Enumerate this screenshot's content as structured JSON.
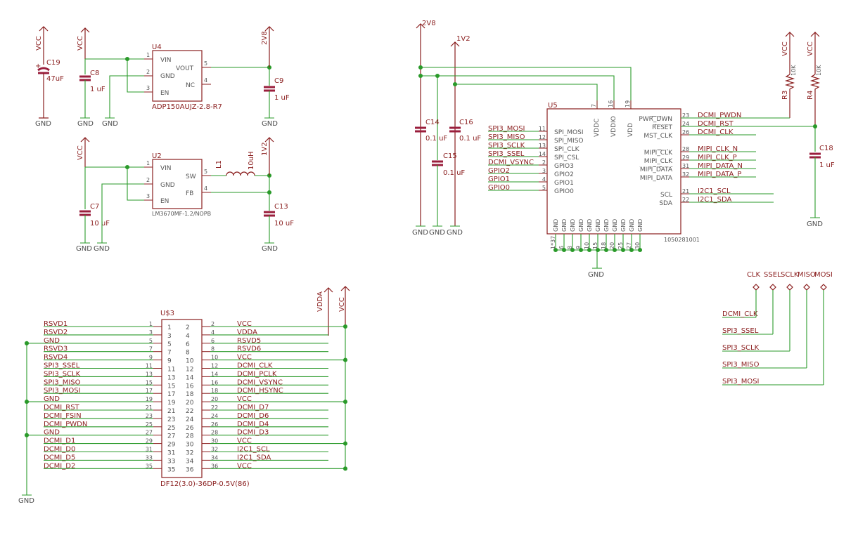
{
  "supplies": {
    "vcc": "VCC",
    "v2v8": "2V8",
    "v1v2": "1V2",
    "vdda": "VDDA",
    "gnd": "GND"
  },
  "caps": {
    "c19": {
      "name": "C19",
      "value": "47uF"
    },
    "c8": {
      "name": "C8",
      "value": "1 uF"
    },
    "c9": {
      "name": "C9",
      "value": "1 uF"
    },
    "c7": {
      "name": "C7",
      "value": "10 uF"
    },
    "c13": {
      "name": "C13",
      "value": "10 uF"
    },
    "c14": {
      "name": "C14",
      "value": "0.1 uF"
    },
    "c15": {
      "name": "C15",
      "value": "0.1 uF"
    },
    "c16": {
      "name": "C16",
      "value": "0.1 uF"
    },
    "c18": {
      "name": "C18",
      "value": "1 uF"
    }
  },
  "inductor": {
    "name": "L1",
    "value": "10uH"
  },
  "u4": {
    "name": "U4",
    "part": "ADP150AUJZ-2.8-R7",
    "pins": [
      "VIN",
      "GND",
      "EN",
      "VOUT",
      "NC"
    ],
    "pin_numbers": [
      "1",
      "2",
      "3",
      "5",
      "4"
    ]
  },
  "u2": {
    "name": "U2",
    "part": "LM3670MF-1.2/NOPB",
    "pins": [
      "VIN",
      "GND",
      "EN",
      "SW",
      "FB"
    ],
    "pin_numbers": [
      "1",
      "2",
      "3",
      "5",
      "4"
    ]
  },
  "u5": {
    "name": "U5",
    "part": "1050281001",
    "top_pins": [
      {
        "name": "VDDC",
        "num": "7"
      },
      {
        "name": "VDDIO",
        "num": "16"
      },
      {
        "name": "VDD",
        "num": "19"
      }
    ],
    "left_pins": [
      {
        "name": "SPI_MOSI",
        "num": "11",
        "net": "SPI3_MOSI"
      },
      {
        "name": "SPI_MISO",
        "num": "12",
        "net": "SPI3_MISO"
      },
      {
        "name": "SPI_CLK",
        "num": "13",
        "net": "SPI3_SCLK"
      },
      {
        "name": "SPI_CSL",
        "num": "14",
        "net": "SPI3_SSEL"
      },
      {
        "name": "GPIO3",
        "num": "2",
        "net": "DCMI_VSYNC"
      },
      {
        "name": "GPIO2",
        "num": "3",
        "net": "GPIO2"
      },
      {
        "name": "GPIO1",
        "num": "4",
        "net": "GPIO1"
      },
      {
        "name": "GPIO0",
        "num": "5",
        "net": "GPIO0"
      }
    ],
    "right_pins": [
      {
        "name": "PWR_DWN",
        "num": "23",
        "net": "DCMI_PWDN"
      },
      {
        "name": "RESET",
        "num": "24",
        "net": "DCMI_RST"
      },
      {
        "name": "MST_CLK",
        "num": "26",
        "net": "DCMI_CLK"
      },
      {
        "name": "MIPI_CLK",
        "num": "28",
        "net": "MIPI_CLK_N"
      },
      {
        "name": "MIPI_CLK",
        "num": "29",
        "net": "MIPI_CLK_P"
      },
      {
        "name": "MIPI_DATA",
        "num": "31",
        "net": "MIPI_DATA_N"
      },
      {
        "name": "MIPI_DATA",
        "num": "32",
        "net": "MIPI_DATA_P"
      },
      {
        "name": "SCL",
        "num": "21",
        "net": "I2C1_SCL"
      },
      {
        "name": "SDA",
        "num": "22",
        "net": "I2C1_SDA"
      }
    ],
    "gnd_pins": [
      "1*37",
      "6",
      "8",
      "9",
      "10",
      "15",
      "18",
      "20",
      "25",
      "27",
      "30"
    ],
    "gnd_label": "GND"
  },
  "resistors": {
    "r3": {
      "name": "R3",
      "value": "10K"
    },
    "r4": {
      "name": "R4",
      "value": "10K"
    }
  },
  "connector": {
    "name": "U$3",
    "part": "DF12(3.0)-36DP-0.5V(86)",
    "left": [
      {
        "net": "RSVD1",
        "num": "1"
      },
      {
        "net": "RSVD2",
        "num": "3"
      },
      {
        "net": "GND",
        "num": "5"
      },
      {
        "net": "RSVD3",
        "num": "7"
      },
      {
        "net": "RSVD4",
        "num": "9"
      },
      {
        "net": "SPI3_SSEL",
        "num": "11"
      },
      {
        "net": "SPI3_SCLK",
        "num": "13"
      },
      {
        "net": "SPI3_MISO",
        "num": "15"
      },
      {
        "net": "SPI3_MOSI",
        "num": "17"
      },
      {
        "net": "GND",
        "num": "19"
      },
      {
        "net": "DCMI_RST",
        "num": "21"
      },
      {
        "net": "DCMI_FSIN",
        "num": "23"
      },
      {
        "net": "DCMI_PWDN",
        "num": "25"
      },
      {
        "net": "GND",
        "num": "27"
      },
      {
        "net": "DCMI_D1",
        "num": "29"
      },
      {
        "net": "DCMI_D0",
        "num": "31"
      },
      {
        "net": "DCMI_D5",
        "num": "33"
      },
      {
        "net": "DCMI_D2",
        "num": "35"
      }
    ],
    "right": [
      {
        "net": "VCC",
        "num": "2"
      },
      {
        "net": "VDDA",
        "num": "4"
      },
      {
        "net": "RSVD5",
        "num": "6"
      },
      {
        "net": "RSVD6",
        "num": "8"
      },
      {
        "net": "VCC",
        "num": "10"
      },
      {
        "net": "DCMI_CLK",
        "num": "12"
      },
      {
        "net": "DCMI_PCLK",
        "num": "14"
      },
      {
        "net": "DCMI_VSYNC",
        "num": "16"
      },
      {
        "net": "DCMI_HSYNC",
        "num": "18"
      },
      {
        "net": "VCC",
        "num": "20"
      },
      {
        "net": "DCMI_D7",
        "num": "22"
      },
      {
        "net": "DCMI_D6",
        "num": "24"
      },
      {
        "net": "DCMI_D4",
        "num": "26"
      },
      {
        "net": "DCMI_D3",
        "num": "28"
      },
      {
        "net": "VCC",
        "num": "30"
      },
      {
        "net": "I2C1_SCL",
        "num": "32"
      },
      {
        "net": "I2C1_SDA",
        "num": "34"
      },
      {
        "net": "VCC",
        "num": "36"
      }
    ],
    "gnd_label": "GND"
  },
  "testpoints": {
    "labels": [
      "CLK",
      "SSEL",
      "SCLK",
      "MISO",
      "MOSI"
    ],
    "nets": [
      "DCMI_CLK",
      "SPI3_SSEL",
      "SPI3_SCLK",
      "SPI3_MISO",
      "SPI3_MOSI"
    ]
  }
}
